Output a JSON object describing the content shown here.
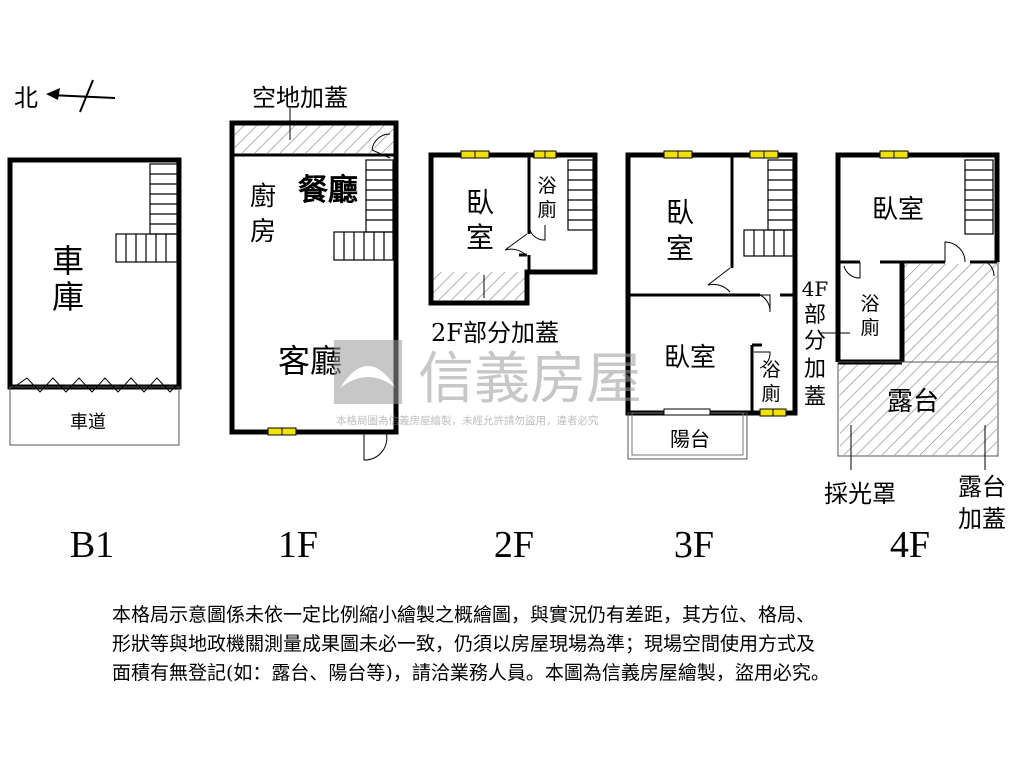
{
  "compass": {
    "north": "北"
  },
  "floors": {
    "b1": {
      "label": "B1",
      "garage": [
        "車",
        "庫"
      ],
      "driveway": "車道"
    },
    "f1": {
      "label": "1F",
      "addition": "空地加蓋",
      "kitchen": [
        "廚",
        "房"
      ],
      "dining": "餐廳",
      "living": "客廳"
    },
    "f2": {
      "label": "2F",
      "bedroom": [
        "臥",
        "室"
      ],
      "bath": [
        "浴",
        "廁"
      ],
      "partial": "2F部分加蓋"
    },
    "f3": {
      "label": "3F",
      "bedroom_a": [
        "臥",
        "室"
      ],
      "bedroom_b": "臥室",
      "bath": [
        "浴",
        "廁"
      ],
      "balcony": "陽台"
    },
    "f4": {
      "label": "4F",
      "bedroom": "臥室",
      "bath": [
        "浴",
        "廁"
      ],
      "terrace": "露台",
      "partial": [
        "4F",
        "部",
        "分",
        "加",
        "蓋"
      ],
      "skylight": "採光罩",
      "terrace_add": [
        "露台",
        "加蓋"
      ]
    }
  },
  "watermark": {
    "brand": "信義房屋",
    "notice": "本格局圖為信義房屋繪製，未經允許請勿盜用，違者必究"
  },
  "disclaimer": [
    "本格局示意圖係未依一定比例縮小繪製之概繪圖，與實況仍有差距，其方位、格局、",
    "形狀等與地政機關測量成果圖未必一致，仍須以房屋現場為準；現場空間使用方式及",
    "面積有無登記(如：露台、陽台等)，請洽業務人員。本圖為信義房屋繪製，盜用必究。"
  ],
  "colors": {
    "window": "#f2e200",
    "hatch": "#8a8a8a",
    "wall": "#000000",
    "watermark": "#b9b9b9"
  }
}
